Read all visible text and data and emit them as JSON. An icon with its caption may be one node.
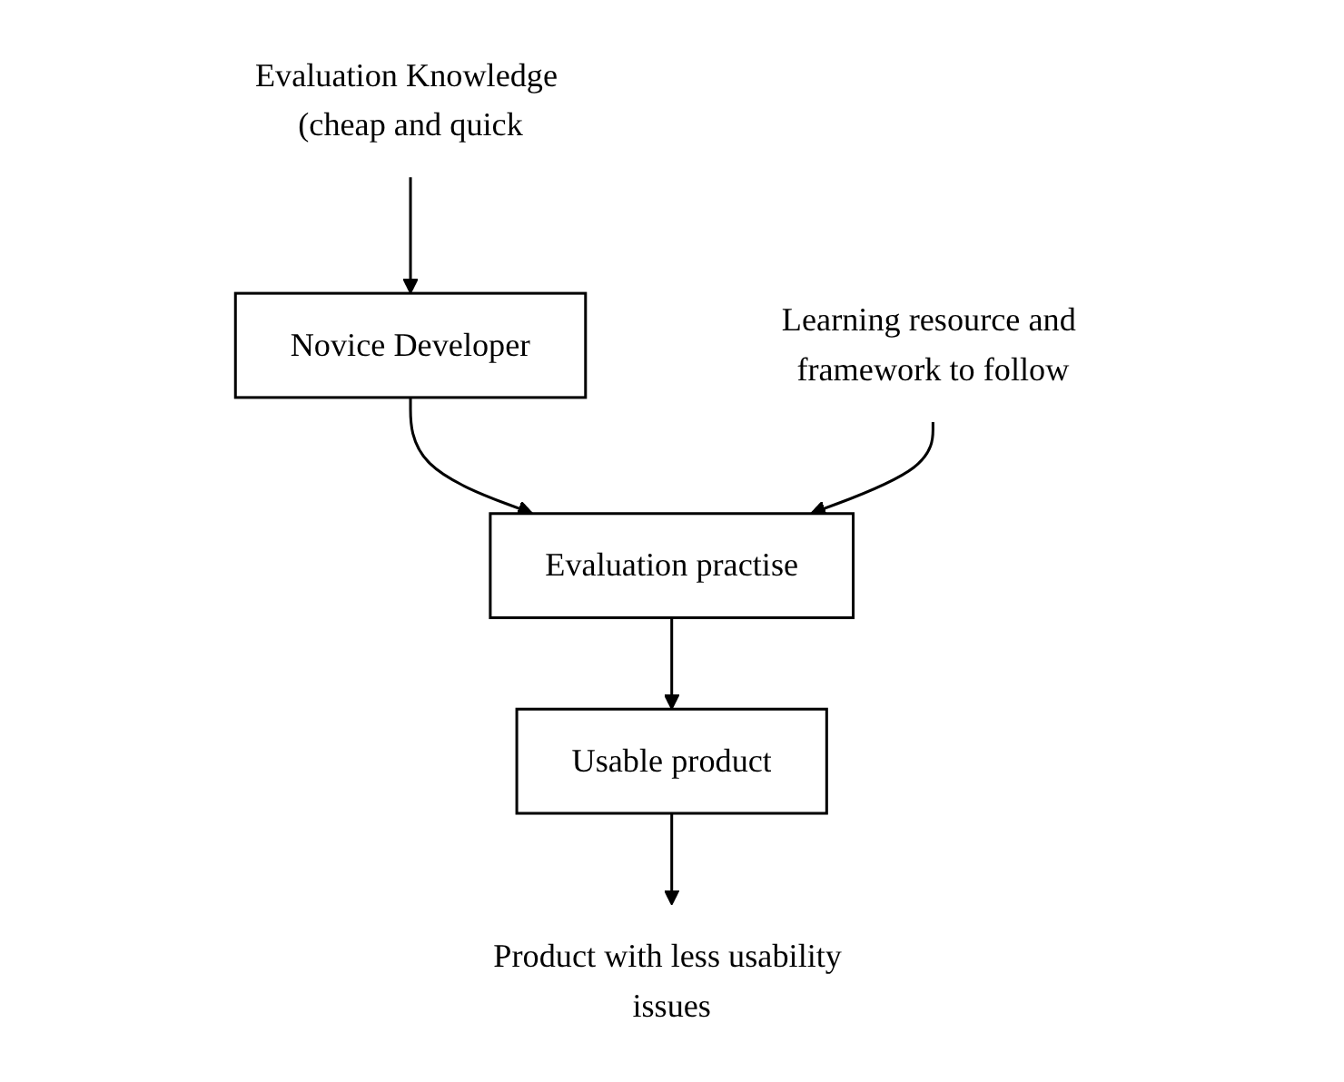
{
  "diagram": {
    "nodes": [
      {
        "text": [
          "Novice Developer"
        ]
      },
      {
        "text": [
          "Evaluation practise"
        ]
      },
      {
        "text": [
          "Usable product"
        ]
      },
      {
        "text": [
          "Evaluation Knowledge (cheap and quick"
        ]
      },
      {
        "text": [
          "Learning resource and framework to follow"
        ]
      },
      {
        "text": [
          "Product with less usability issues"
        ]
      }
    ],
    "edges": [
      {
        "from": 0,
        "to": 1,
        "arrow": "to"
      },
      {
        "from": 1,
        "to": 2,
        "arrow": "to"
      },
      {
        "from": 3,
        "to": 0,
        "arrow": "to"
      },
      {
        "from": 4,
        "to": 1,
        "arrow": "to"
      },
      {
        "from": 2,
        "to": 5,
        "arrow": "to"
      }
    ]
  }
}
